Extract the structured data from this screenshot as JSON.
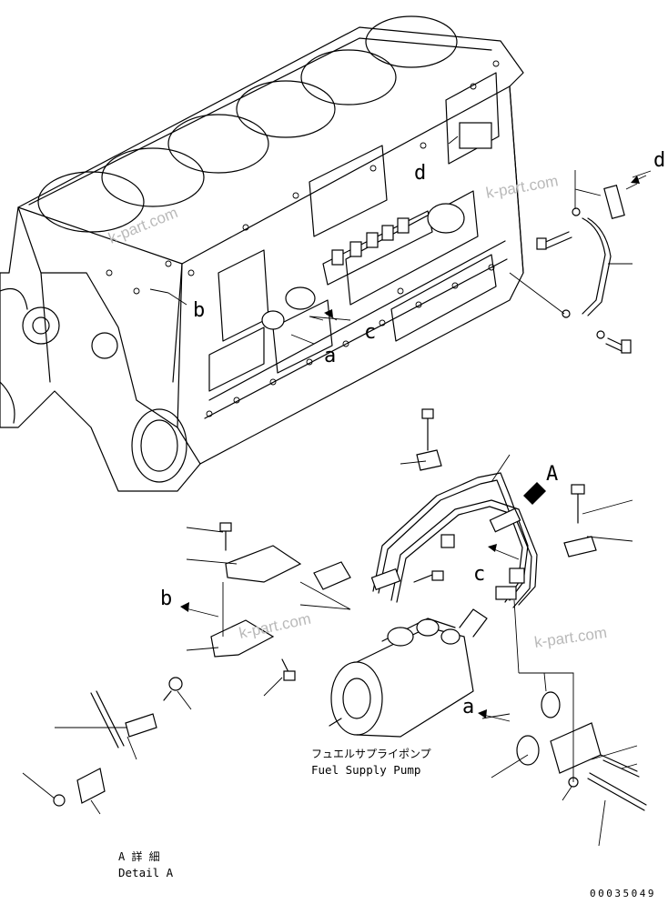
{
  "callouts": {
    "a_top": "a",
    "b_top": "b",
    "c_top": "c",
    "d_top": "d",
    "d_right": "d",
    "a_bottom": "a",
    "b_bottom": "b",
    "c_bottom": "c",
    "A_view": "A"
  },
  "pump_label": {
    "japanese": "フュエルサプライポンプ",
    "english": "Fuel Supply Pump"
  },
  "detail_label": {
    "japanese": "A 詳 細",
    "english": "Detail A"
  },
  "watermarks": [
    "k-part.com",
    "k-part.com",
    "k-part.com",
    "k-part.com"
  ],
  "drawing_number": "00035049"
}
